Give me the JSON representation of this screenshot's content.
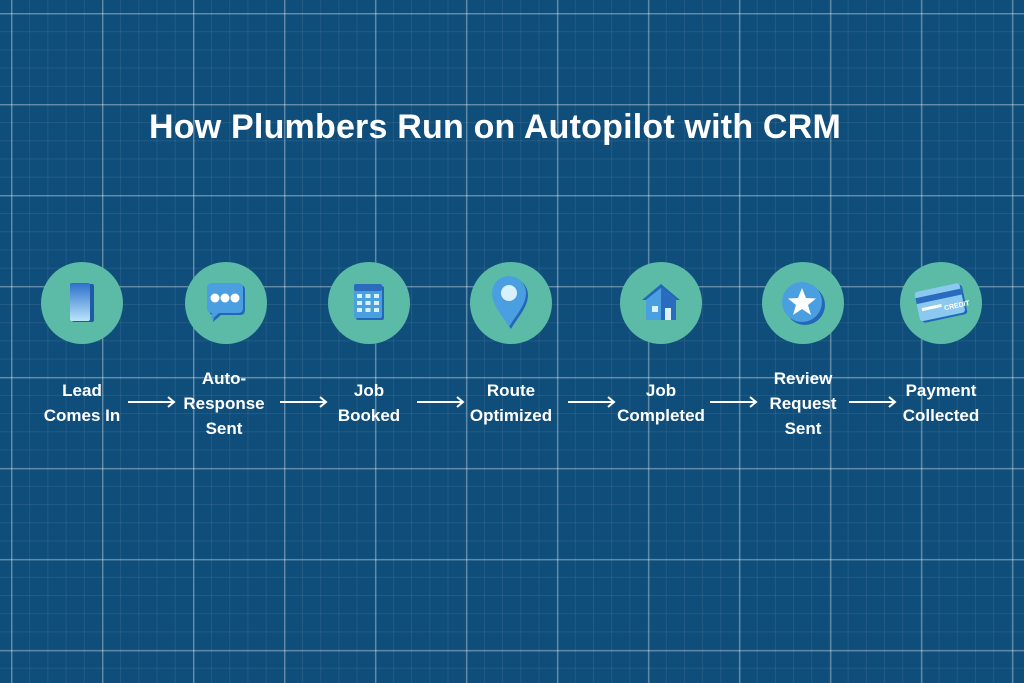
{
  "title": "How Plumbers Run on Autopilot with CRM",
  "steps": [
    {
      "label": "Lead\nComes In",
      "icon": "phone-icon"
    },
    {
      "label": "Auto-\nResponse\nSent",
      "icon": "chat-bubble-icon"
    },
    {
      "label": "Job\nBooked",
      "icon": "calendar-icon"
    },
    {
      "label": "Route\nOptimized",
      "icon": "map-pin-icon"
    },
    {
      "label": "Job\nCompleted",
      "icon": "house-icon"
    },
    {
      "label": "Review\nRequest\nSent",
      "icon": "star-badge-icon"
    },
    {
      "label": "Payment\nCollected",
      "icon": "credit-card-icon"
    }
  ],
  "card_text": "CREDIT",
  "colors": {
    "background": "#0f4d7a",
    "circle": "#5cbba7",
    "icon_light": "#a8dcf5",
    "icon_mid": "#4a9fe0",
    "icon_dark": "#2467b8",
    "text": "#ffffff"
  }
}
